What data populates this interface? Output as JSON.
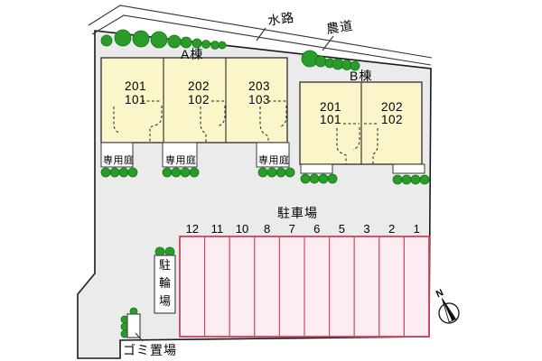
{
  "labels": {
    "waterway": "水路",
    "farm_road": "農道",
    "parking": "駐車場",
    "bicycle_parking": "駐輪場",
    "garbage": "ゴミ置場",
    "private_garden": "専用庭",
    "compass_north": "N"
  },
  "buildings": {
    "a": {
      "label": "A棟",
      "units": [
        {
          "upper": "201",
          "lower": "101"
        },
        {
          "upper": "202",
          "lower": "102"
        },
        {
          "upper": "203",
          "lower": "103"
        }
      ]
    },
    "b": {
      "label": "B棟",
      "units": [
        {
          "upper": "201",
          "lower": "101"
        },
        {
          "upper": "202",
          "lower": "102"
        }
      ]
    }
  },
  "parking": {
    "label": "駐車場",
    "spaces": [
      "12",
      "11",
      "10",
      "8",
      "7",
      "6",
      "5",
      "3",
      "2",
      "1"
    ]
  },
  "colors": {
    "background": "#ffffff",
    "site_fill": "#ebebeb",
    "outline": "#1a1a1a",
    "building_fill": "#fbf6ca",
    "building_stroke": "#3a3a3a",
    "tree_fill": "#2b9b2b",
    "tree_stroke": "#0e7a12",
    "parking_fill": "#fdecf2",
    "parking_stroke": "#c9485c",
    "box_fill": "#ffffff",
    "box_stroke": "#4a4a4a"
  }
}
